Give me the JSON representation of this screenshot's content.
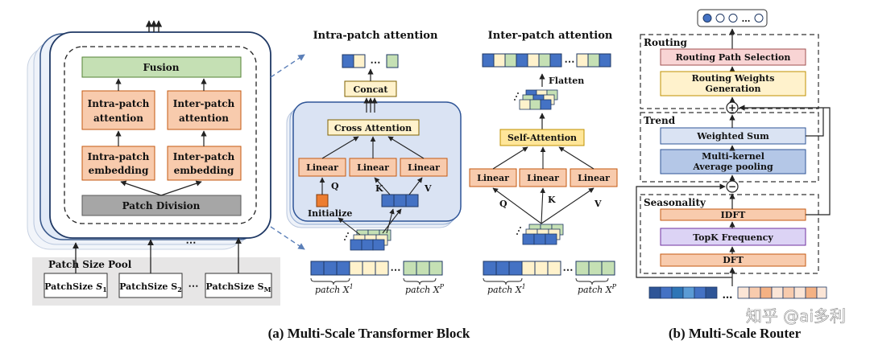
{
  "panel_a": {
    "caption": "(a)  Multi-Scale Transformer Block",
    "block": {
      "fusion": "Fusion",
      "intra_attention": [
        "Intra-patch",
        "attention"
      ],
      "inter_attention": [
        "Inter-patch",
        "attention"
      ],
      "intra_embedding": [
        "Intra-patch",
        "embedding"
      ],
      "inter_embedding": [
        "Inter-patch",
        "embedding"
      ],
      "patch_division": "Patch Division"
    },
    "pool": {
      "title": "Patch Size Pool",
      "ellipsis": "⋯",
      "sizes": [
        {
          "label": "PatchSize",
          "sub": "S",
          "idx": "1"
        },
        {
          "label": "PatchSize",
          "sub": "S",
          "idx": "2"
        },
        {
          "label": "PatchSize",
          "sub": "S",
          "idx": "M"
        }
      ]
    },
    "stack_ellipsis": "⋯",
    "intra": {
      "title": "Intra-patch attention",
      "concat": "Concat",
      "cross_attention": "Cross Attention",
      "linear": "Linear",
      "q": "Q",
      "k": "K",
      "v": "V",
      "initialize": "Initialize",
      "patch_first": "patch X",
      "patch_first_sup": "1",
      "patch_last": "patch X",
      "patch_last_sup": "P",
      "ellipsis": "⋯"
    },
    "inter": {
      "title": "Inter-patch attention",
      "flatten": "Flatten",
      "self_attention": "Self-Attention",
      "linear": "Linear",
      "q": "Q",
      "k": "K",
      "v": "V",
      "patch_first": "patch X",
      "patch_first_sup": "1",
      "patch_last": "patch X",
      "patch_last_sup": "P",
      "ellipsis": "⋯"
    }
  },
  "panel_b": {
    "caption": "(b) Multi-Scale Router",
    "routing": {
      "title": "Routing",
      "path_selection": "Routing Path Selection",
      "weights_generation": [
        "Routing Weights",
        "Generation"
      ]
    },
    "trend": {
      "title": "Trend",
      "weighted_sum": "Weighted Sum",
      "pooling": [
        "Multi-kernel",
        "Average pooling"
      ]
    },
    "seasonality": {
      "title": "Seasonality",
      "idft": "IDFT",
      "topk": "TopK  Frequency",
      "dft": "DFT"
    },
    "plus": "+",
    "minus": "−",
    "dots_ellipsis": "…",
    "input_ellipsis": "…"
  },
  "watermark": "知乎 @ai多利",
  "colors": {
    "orange": "#f8cbad",
    "orange_border": "#c55a11",
    "green": "#c5e0b4",
    "green_border": "#548235",
    "gray": "#a6a6a6",
    "blue": "#4472c4",
    "light_blue": "#dae3f3",
    "yellow": "#fff2cc",
    "pink": "#f8d4d4",
    "lavender": "#dcd3f5",
    "periwinkle": "#b4c7e7"
  }
}
